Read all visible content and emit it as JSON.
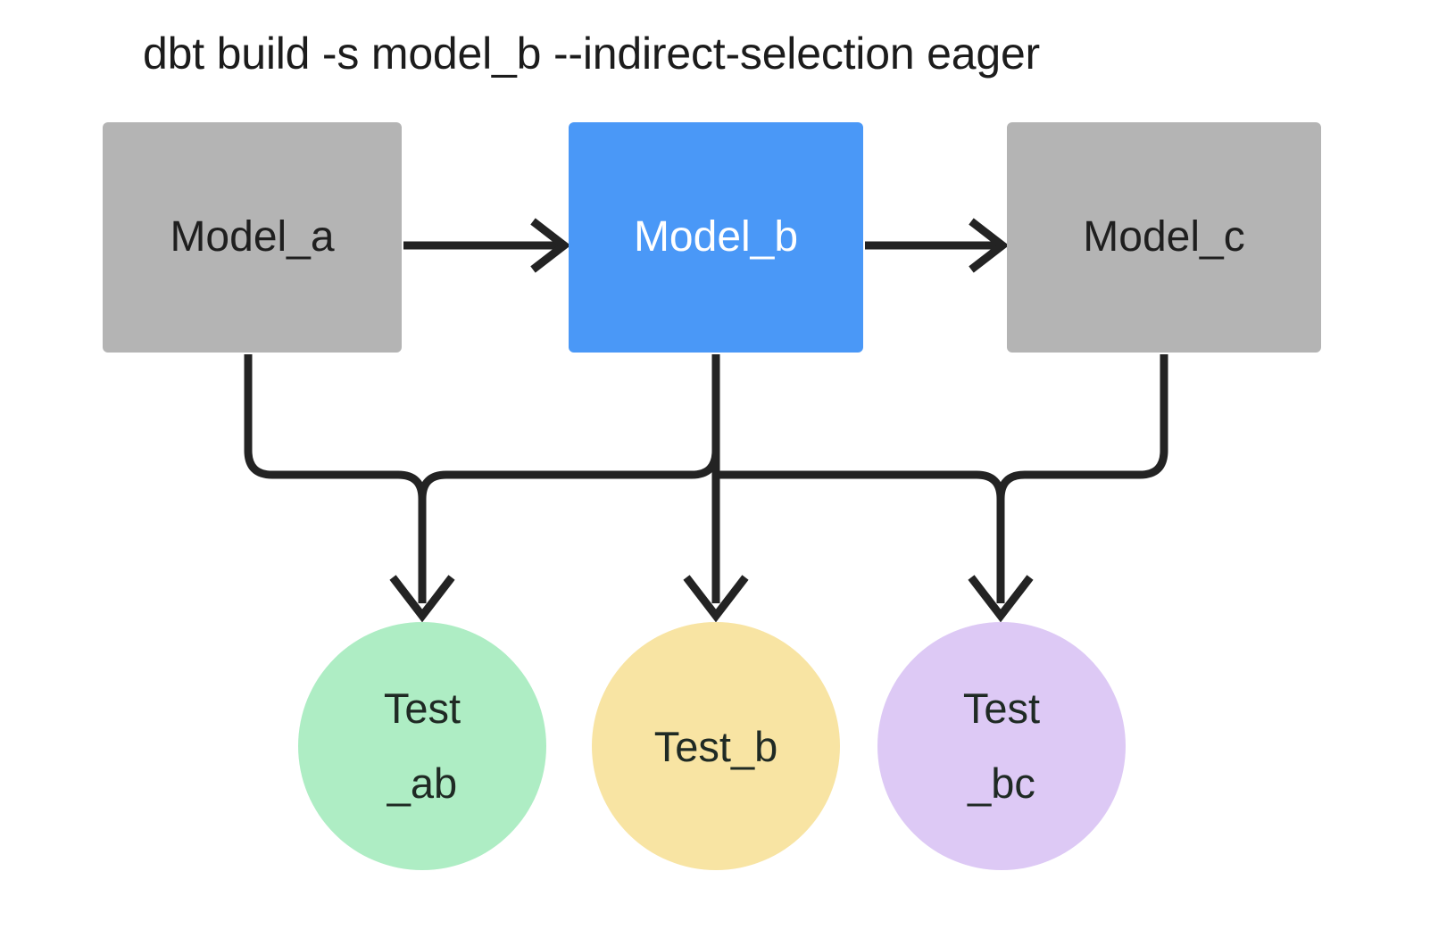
{
  "title": "dbt build -s model_b --indirect-selection eager",
  "colors": {
    "background": "#ffffff",
    "model_default": "#b4b4b4",
    "model_selected": "#4a98f7",
    "test_ab": "#aeedc4",
    "test_b": "#f8e4a3",
    "test_bc": "#ddc9f5",
    "edge": "#232323",
    "text_dark": "#1f1f1f",
    "text_light": "#ffffff"
  },
  "nodes": {
    "models": [
      {
        "id": "model_a",
        "label": "Model_a",
        "shape": "rectangle",
        "state": "unselected"
      },
      {
        "id": "model_b",
        "label": "Model_b",
        "shape": "rectangle",
        "state": "selected"
      },
      {
        "id": "model_c",
        "label": "Model_c",
        "shape": "rectangle",
        "state": "unselected"
      }
    ],
    "tests": [
      {
        "id": "test_ab",
        "label": "Test\n_ab",
        "shape": "circle"
      },
      {
        "id": "test_b",
        "label": "Test_b",
        "shape": "circle"
      },
      {
        "id": "test_bc",
        "label": "Test\n_bc",
        "shape": "circle"
      }
    ]
  },
  "edges": [
    {
      "from": "model_a",
      "to": "model_b",
      "style": "straight-arrow"
    },
    {
      "from": "model_b",
      "to": "model_c",
      "style": "straight-arrow"
    },
    {
      "from": "model_a",
      "to": "test_ab",
      "style": "elbow-arrow"
    },
    {
      "from": "model_b",
      "to": "test_ab",
      "style": "elbow-arrow"
    },
    {
      "from": "model_b",
      "to": "test_b",
      "style": "straight-arrow"
    },
    {
      "from": "model_b",
      "to": "test_bc",
      "style": "elbow-arrow"
    },
    {
      "from": "model_c",
      "to": "test_bc",
      "style": "elbow-arrow"
    }
  ]
}
